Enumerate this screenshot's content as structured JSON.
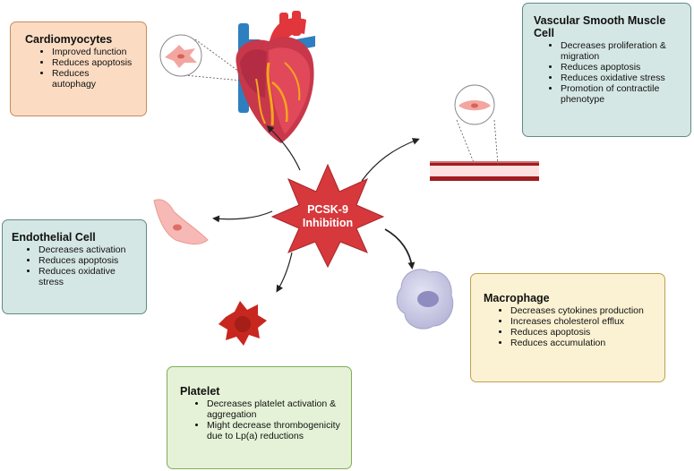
{
  "center": {
    "line1": "PCSK-9",
    "line2": "Inhibition"
  },
  "colors": {
    "cardio_bg": "#fbdcc3",
    "cardio_border": "#c98a5c",
    "vsmc_bg": "#d5e7e4",
    "vsmc_border": "#5e8c86",
    "endo_bg": "#d5e7e4",
    "endo_border": "#5e8c86",
    "macro_bg": "#fbf2d3",
    "macro_border": "#bfa153",
    "platelet_bg": "#e5f2d7",
    "platelet_border": "#7fae58",
    "star": "#d6383c"
  },
  "boxes": {
    "cardiomyocytes": {
      "title": "Cardiomyocytes",
      "items": [
        "Improved function",
        "Reduces apoptosis",
        "Reduces autophagy"
      ]
    },
    "vsmc": {
      "title": "Vascular Smooth Muscle Cell",
      "items": [
        "Decreases proliferation & migration",
        "Reduces apoptosis",
        "Reduces oxidative stress",
        "Promotion of contractile phenotype"
      ]
    },
    "endothelial": {
      "title": "Endothelial Cell",
      "items": [
        "Decreases activation",
        "Reduces apoptosis",
        "Reduces oxidative stress"
      ]
    },
    "macrophage": {
      "title": "Macrophage",
      "items": [
        "Decreases cytokines production",
        "Increases cholesterol efflux",
        "Reduces apoptosis",
        "Reduces accumulation"
      ]
    },
    "platelet": {
      "title": "Platelet",
      "items": [
        "Decreases platelet activation & aggregation",
        "Might decrease thrombogenicity due to Lp(a) reductions"
      ]
    }
  },
  "icons": {
    "heart": "heart-icon",
    "cardiomyocyte": "cardiomyocyte-cell-icon",
    "vessel": "blood-vessel-icon",
    "smooth_muscle": "smooth-muscle-cell-icon",
    "endothelial": "endothelial-cell-icon",
    "macrophage": "macrophage-icon",
    "platelet": "platelet-icon"
  }
}
